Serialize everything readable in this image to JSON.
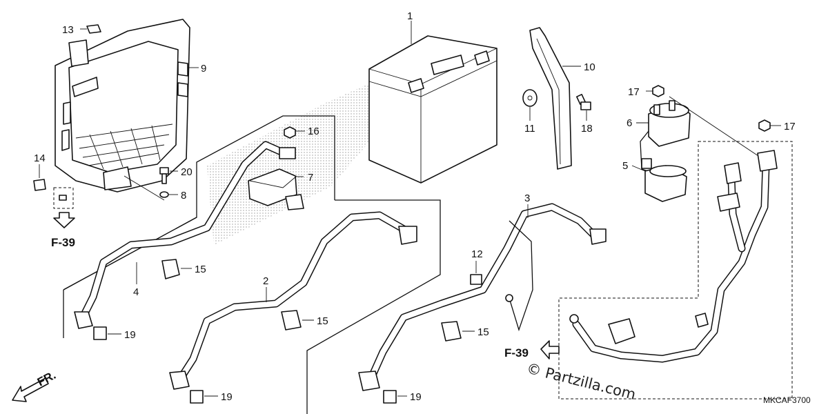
{
  "callouts": {
    "n1": "1",
    "n2": "2",
    "n3": "3",
    "n4": "4",
    "n5": "5",
    "n6": "6",
    "n7": "7",
    "n8": "8",
    "n9": "9",
    "n10": "10",
    "n11": "11",
    "n12": "12",
    "n13": "13",
    "n14": "14",
    "n15a": "15",
    "n15b": "15",
    "n15c": "15",
    "n16": "16",
    "n17a": "17",
    "n17b": "17",
    "n18": "18",
    "n19a": "19",
    "n19b": "19",
    "n19c": "19",
    "n20": "20"
  },
  "refs": {
    "left": "F-39",
    "right": "F-39"
  },
  "front_label": "FR.",
  "watermark": "© Partzilla.com",
  "diagram_code": "MKCAF3700"
}
